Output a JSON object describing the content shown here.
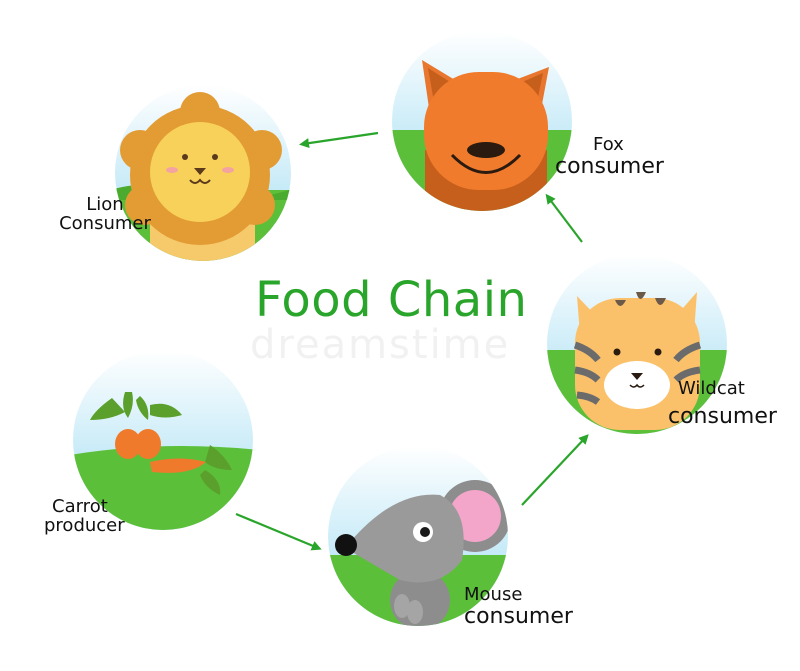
{
  "title": "Food Chain",
  "watermark": "dreamstime",
  "colors": {
    "title": "#2aa52b",
    "arrow": "#2aa52b",
    "sky": "#a9e1f3",
    "grass": "#5cbf3a"
  },
  "nodes": [
    {
      "id": "lion",
      "icon": "lion-icon",
      "name": "Lion",
      "role": "Consumer"
    },
    {
      "id": "fox",
      "icon": "fox-icon",
      "name": "Fox",
      "role": "consumer"
    },
    {
      "id": "wildcat",
      "icon": "wildcat-icon",
      "name": "Wildcat",
      "role": "consumer"
    },
    {
      "id": "mouse",
      "icon": "mouse-icon",
      "name": "Mouse",
      "role": "consumer"
    },
    {
      "id": "carrot",
      "icon": "carrot-icon",
      "name": "Carrot",
      "role": "producer"
    }
  ],
  "flow": [
    {
      "from": "carrot",
      "to": "mouse"
    },
    {
      "from": "mouse",
      "to": "wildcat"
    },
    {
      "from": "wildcat",
      "to": "fox"
    },
    {
      "from": "fox",
      "to": "lion"
    }
  ]
}
